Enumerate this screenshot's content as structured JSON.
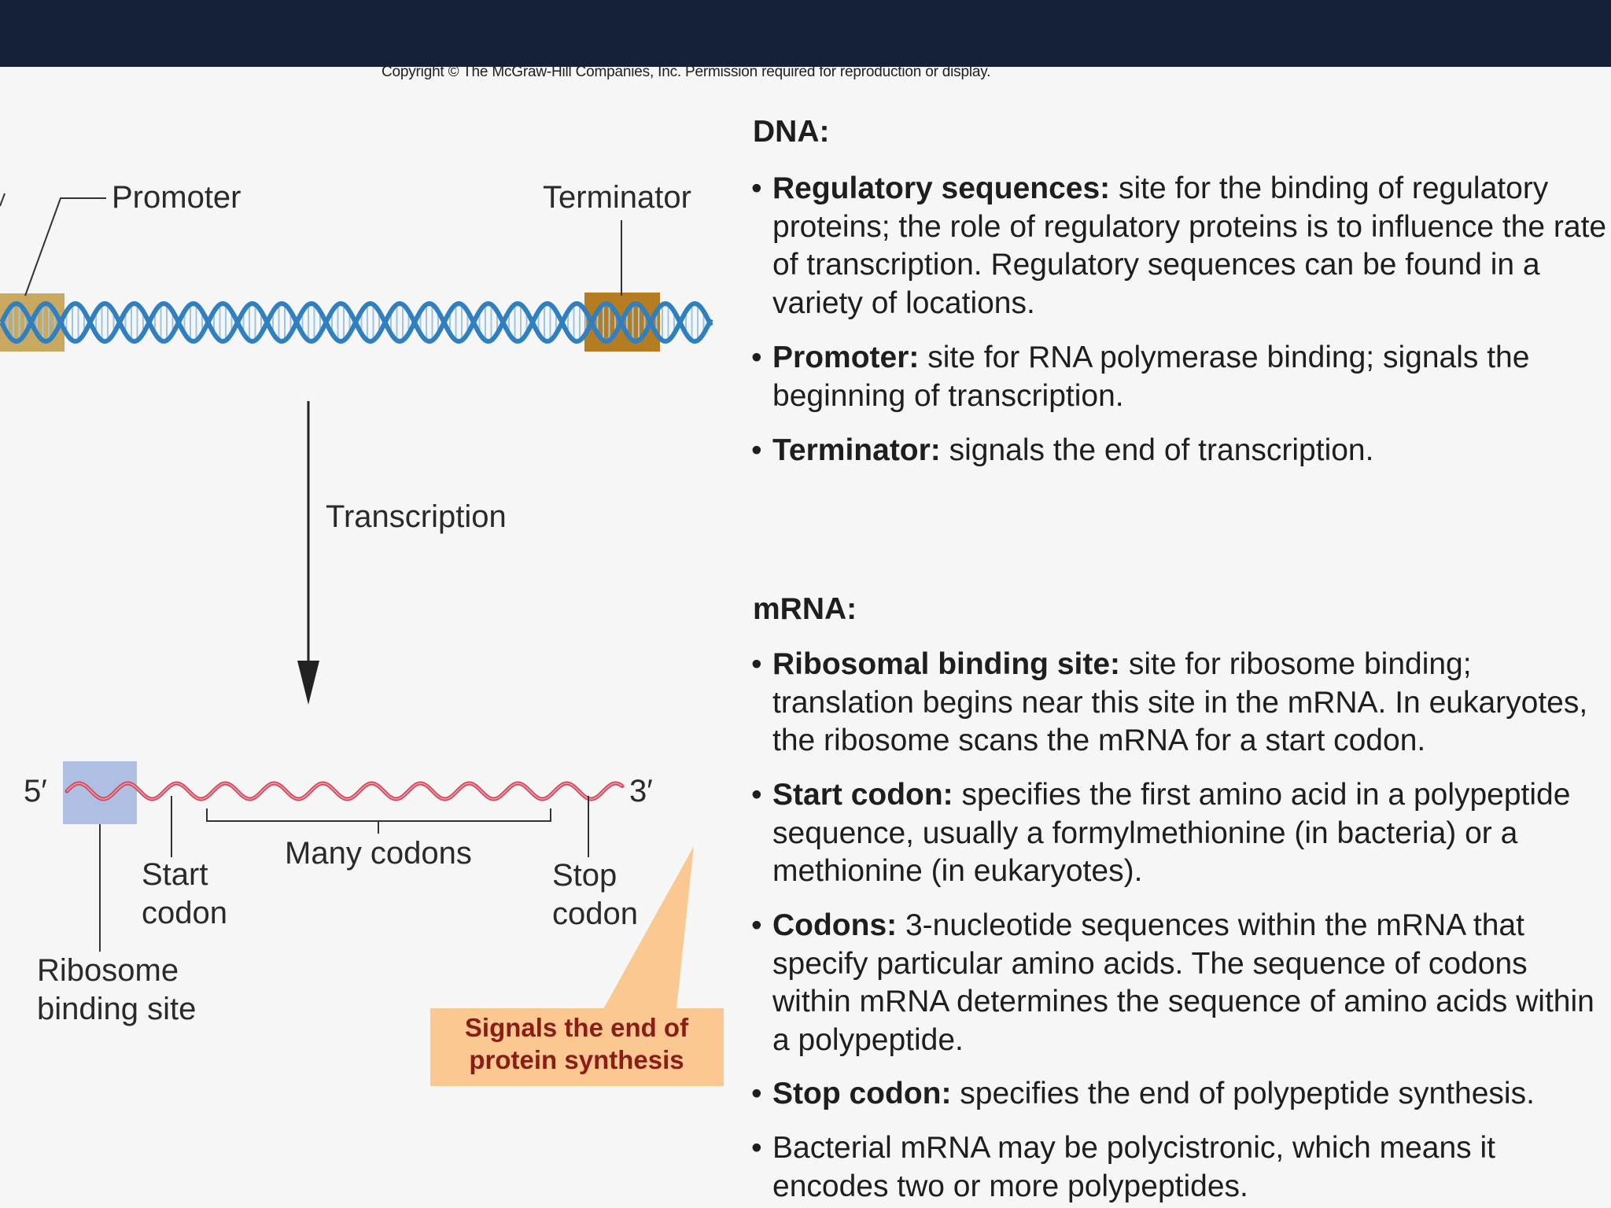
{
  "copyright": "Copyright © The McGraw-Hill Companies, Inc. Permission required for reproduction or display.",
  "diagram": {
    "promoter_label": "Promoter",
    "terminator_label": "Terminator",
    "transcription_label": "Transcription",
    "five_prime": "5′",
    "three_prime": "3′",
    "start_codon_line1": "Start",
    "start_codon_line2": "codon",
    "many_codons": "Many codons",
    "stop_codon_line1": "Stop",
    "stop_codon_line2": "codon",
    "ribosome_line1": "Ribosome",
    "ribosome_line2": "binding site",
    "callout_line1": "Signals the end of",
    "callout_line2": "protein synthesis"
  },
  "dna": {
    "heading": "DNA:",
    "bullets": [
      {
        "term": "Regulatory sequences:",
        "text": " site for the binding of regulatory proteins; the role of regulatory proteins is to influence the rate of transcription. Regulatory sequences can be found in a variety of locations."
      },
      {
        "term": "Promoter:",
        "text": " site for RNA polymerase binding; signals the beginning of transcription."
      },
      {
        "term": "Terminator:",
        "text": " signals the end of transcription."
      }
    ]
  },
  "mrna": {
    "heading": "mRNA:",
    "bullets": [
      {
        "term": "Ribosomal binding site:",
        "text": " site for ribosome binding; translation begins near this site in the mRNA. In eukaryotes, the ribosome scans the mRNA for a start codon."
      },
      {
        "term": "Start codon:",
        "text": " specifies the first amino acid in a polypeptide sequence, usually a formylmethionine (in bacteria) or a methionine (in eukaryotes)."
      },
      {
        "term": "Codons:",
        "text": " 3-nucleotide sequences within the mRNA that specify particular amino acids. The sequence of codons within mRNA determines the sequence of amino acids within a polypeptide."
      },
      {
        "term": "Stop codon:",
        "text": " specifies the end of polypeptide synthesis."
      },
      {
        "term": "",
        "text": "Bacterial mRNA may be polycistronic, which means it encodes two or more polypeptides."
      }
    ]
  },
  "colors": {
    "header_bar": "#152039",
    "dna_helix": "#2f7fc1",
    "promoter_box": "#c9a860",
    "terminator_box": "#b67c22",
    "mrna_strand": "#d2465a",
    "ribosome_box": "#aebfe3",
    "callout_fill": "#fcc891",
    "callout_text": "#8b1c16"
  }
}
